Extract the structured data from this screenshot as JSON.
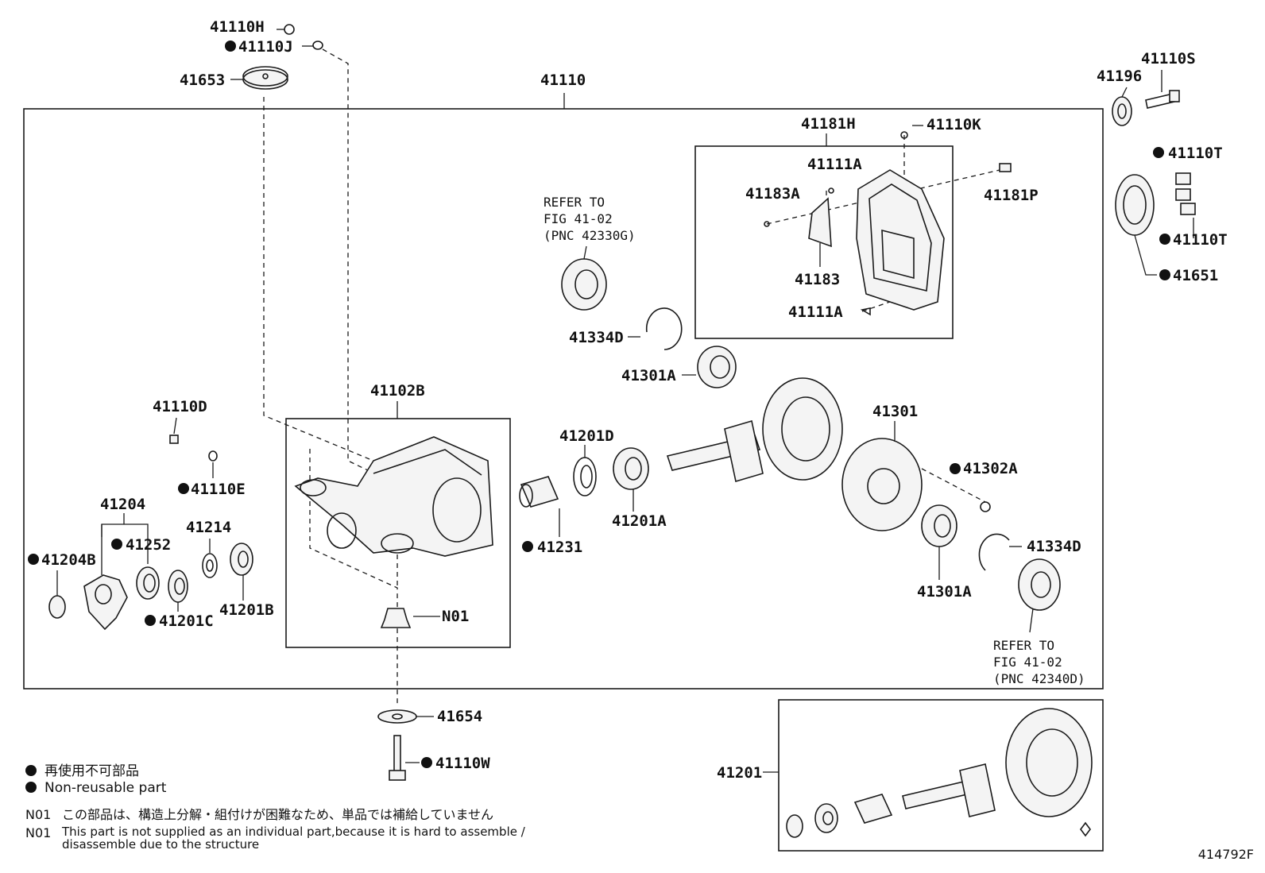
{
  "parts": {
    "p41110H": "41110H",
    "p41110J": "41110J",
    "p41653": "41653",
    "p41110": "41110",
    "p41196": "41196",
    "p41110S": "41110S",
    "p41181H": "41181H",
    "p41110K": "41110K",
    "p41111A_top": "41111A",
    "p41183A": "41183A",
    "p41181P": "41181P",
    "p41110T_top": "41110T",
    "p41110T_bottom": "41110T",
    "p41651": "41651",
    "p41183": "41183",
    "p41111A_bottom": "41111A",
    "p41334D_top": "41334D",
    "p41301A_top": "41301A",
    "p41102B": "41102B",
    "p41110D": "41110D",
    "p41110E": "41110E",
    "p41204": "41204",
    "p41252": "41252",
    "p41214": "41214",
    "p41204B": "41204B",
    "p41201C": "41201C",
    "p41201B": "41201B",
    "p41201D": "41201D",
    "p41231": "41231",
    "p41201A": "41201A",
    "p41301": "41301",
    "p41302A": "41302A",
    "p41334D_bottom": "41334D",
    "p41301A_bottom": "41301A",
    "N01": "N01",
    "p41654": "41654",
    "p41110W": "41110W",
    "p41201": "41201"
  },
  "refer_top": {
    "line1": "REFER TO",
    "line2": "FIG 41-02",
    "line3": "(PNC 42330G)"
  },
  "refer_bottom": {
    "line1": "REFER TO",
    "line2": "FIG 41-02",
    "line3": "(PNC 42340D)"
  },
  "legend": {
    "jp_nonreusable": "再使用不可部品",
    "en_nonreusable": "Non-reusable part",
    "n01_key": "N01",
    "n01_jp": "この部品は、構造上分解・組付けが困難なため、単品では補給していません",
    "n01_en_line1": "This part is not supplied as an individual part,because it is hard to assemble /",
    "n01_en_line2": "disassemble due to the structure"
  },
  "figure_number": "414792F",
  "non_reusable_marker_icon": "filled-circle-icon"
}
